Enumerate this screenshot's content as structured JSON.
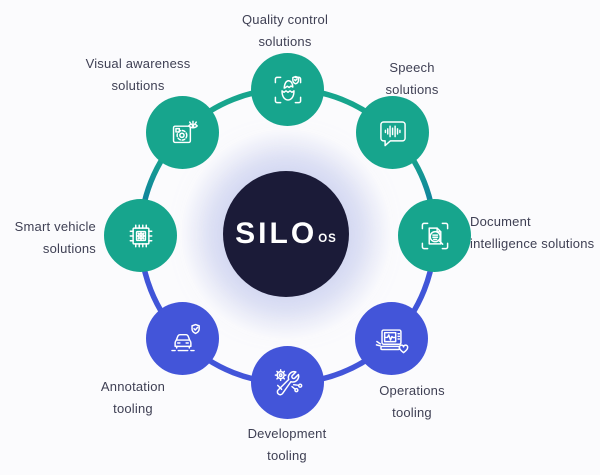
{
  "brand": {
    "name": "SILO",
    "suffix": "OS"
  },
  "colors": {
    "node_teal": "#17a58d",
    "node_blue": "#4355d9",
    "hub_navy": "#1b1b38",
    "label_text": "#3f4054",
    "icon_stroke": "#ffffff",
    "ring_gradient_top": "#17a58d",
    "ring_gradient_mid": "#0f7f9f",
    "ring_gradient_bottom": "#4355d9",
    "background": "#fbfbfd",
    "glow": "#b9c0ea"
  },
  "nodes": [
    {
      "id": "quality-control",
      "line1": "Quality control",
      "line2": "solutions",
      "category": "teal",
      "icon": "quality-inspection-icon"
    },
    {
      "id": "speech",
      "line1": "Speech",
      "line2": "solutions",
      "category": "teal",
      "icon": "speech-wave-icon"
    },
    {
      "id": "document-intelligence",
      "line1": "Document",
      "line2": "intelligence solutions",
      "category": "teal",
      "icon": "document-scan-icon"
    },
    {
      "id": "operations-tooling",
      "line1": "Operations",
      "line2": "tooling",
      "category": "blue",
      "icon": "monitor-heartbeat-icon"
    },
    {
      "id": "development-tooling",
      "line1": "Development",
      "line2": "tooling",
      "category": "blue",
      "icon": "wrench-gear-icon"
    },
    {
      "id": "annotation-tooling",
      "line1": "Annotation",
      "line2": "tooling",
      "category": "blue",
      "icon": "car-shield-icon"
    },
    {
      "id": "smart-vehicle",
      "line1": "Smart vehicle",
      "line2": "solutions",
      "category": "teal",
      "icon": "chip-gear-icon"
    },
    {
      "id": "visual-awareness",
      "line1": "Visual awareness",
      "line2": "solutions",
      "category": "teal",
      "icon": "camera-eye-icon"
    }
  ]
}
